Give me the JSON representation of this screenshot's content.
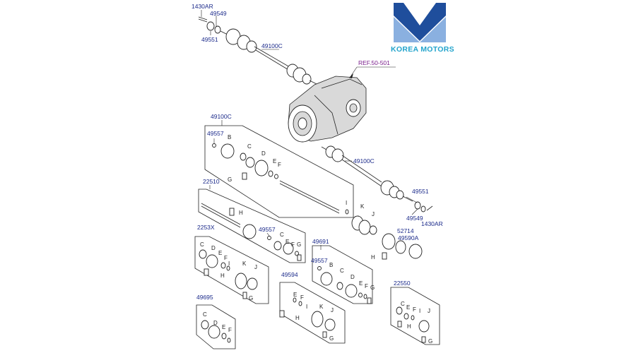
{
  "brand": {
    "name": "KOREA MOTORS",
    "logo_color_dark": "#1f4e9c",
    "logo_color_light": "#8ab0e0"
  },
  "reference": {
    "text": "REF.50-501",
    "color": "#7a1e8c"
  },
  "label_color": "#1b2a8a",
  "labels": {
    "top_1430ar": "1430AR",
    "top_49549": "49549",
    "top_49551": "49551",
    "top_49100c": "49100C",
    "box_49100c": "49100C",
    "right_49100c": "49100C",
    "upper_49557": "49557",
    "shaft_22510": "22510",
    "mid_49557": "49557",
    "box_2253x": "2253X",
    "box_49691": "49691",
    "lower_49557": "49557",
    "box_49594": "49594",
    "box_22550": "22550",
    "box_49695": "49695",
    "right_49551": "49551",
    "right_49549": "49549",
    "right_1430ar": "1430AR",
    "right_52714": "52714",
    "right_49590a": "49590A"
  },
  "letters": {
    "B": "B",
    "C": "C",
    "D": "D",
    "E": "E",
    "F": "F",
    "G": "G",
    "H": "H",
    "I": "I",
    "J": "J",
    "K": "K"
  }
}
